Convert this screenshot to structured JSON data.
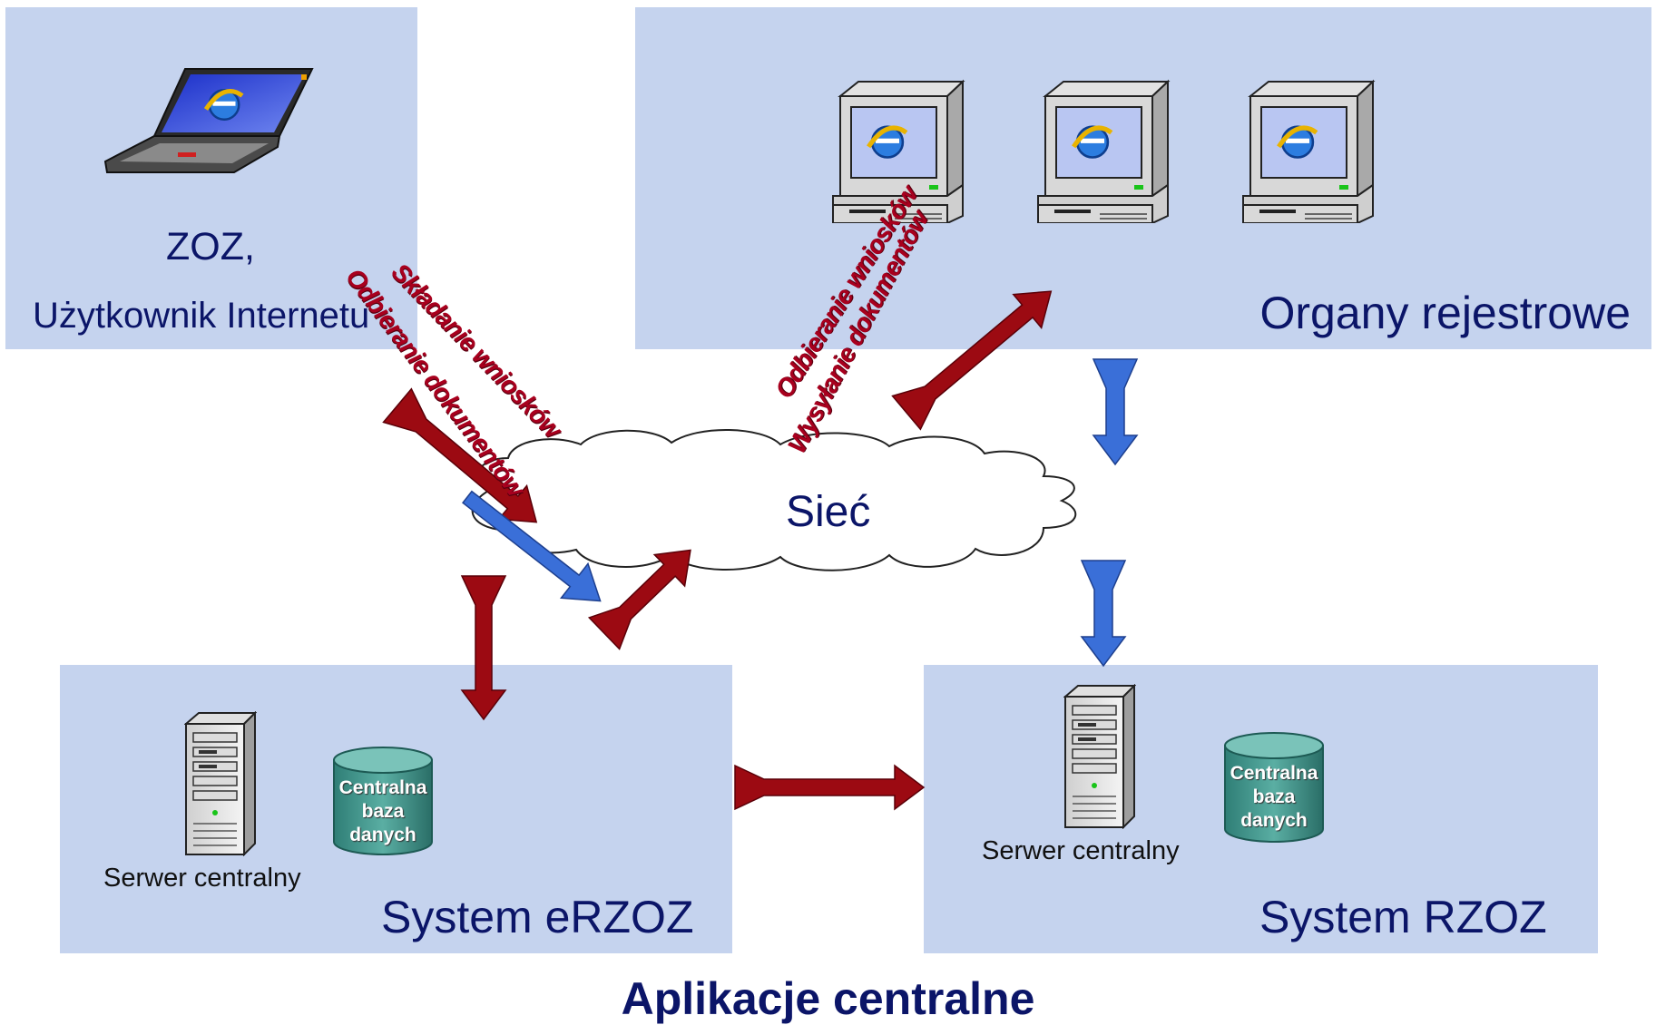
{
  "panels": {
    "zoz": {
      "line1": "ZOZ,",
      "line2": "Użytkownik Internetu"
    },
    "organy": {
      "title": "Organy rejestrowe"
    },
    "erzoz": {
      "title": "System eRZOZ",
      "server_label": "Serwer centralny",
      "db_label": [
        "Centralna",
        "baza",
        "danych"
      ]
    },
    "rzoz": {
      "title": "System RZOZ",
      "server_label": "Serwer centralny",
      "db_label": [
        "Centralna",
        "baza",
        "danych"
      ]
    }
  },
  "network": {
    "label": "Sieć"
  },
  "arrow_labels": {
    "left": [
      "Składanie wniosków",
      "Odbieranie dokumentów"
    ],
    "right": [
      "Odbieranie wniosków",
      "Wysyłanie dokumentów"
    ]
  },
  "footer": {
    "title": "Aplikacje centralne"
  },
  "colors": {
    "panel": "#c5d3ee",
    "text": "#0b1568",
    "red_arrow": "#9c0a12",
    "blue_arrow": "#3a6fd8",
    "db": "#3f8f86"
  },
  "icons": [
    "laptop-icon",
    "desktop-computer-icon",
    "server-tower-icon",
    "database-cylinder-icon",
    "cloud-icon",
    "internet-explorer-icon"
  ]
}
